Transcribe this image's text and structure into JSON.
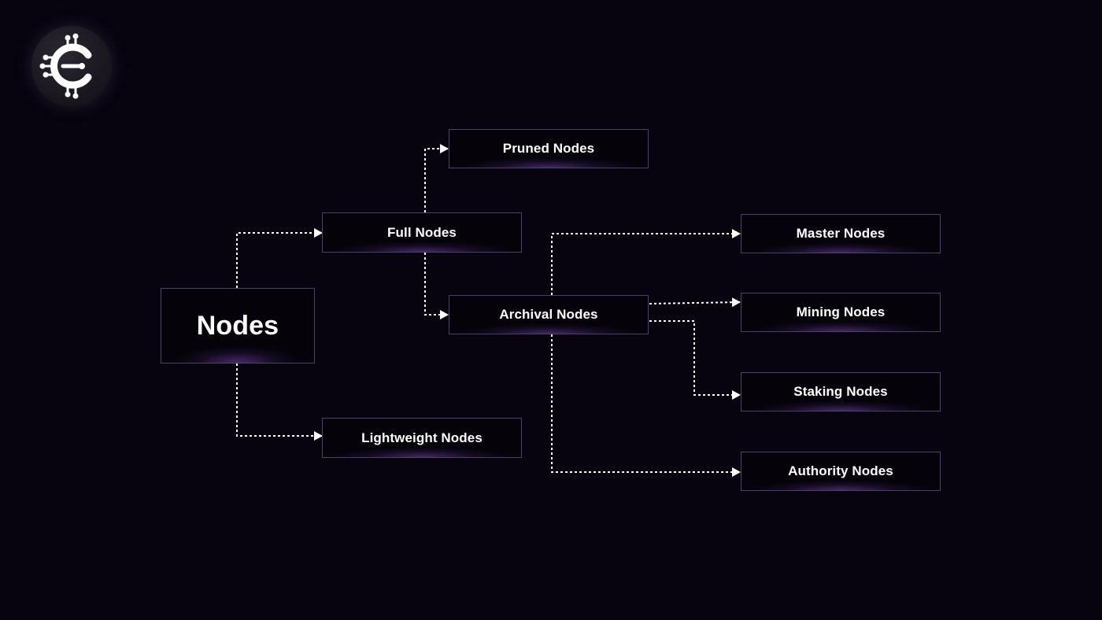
{
  "diagram": {
    "root": {
      "label": "Nodes"
    },
    "nodes": {
      "full": "Full Nodes",
      "lightweight": "Lightweight Nodes",
      "pruned": "Pruned Nodes",
      "archival": "Archival Nodes",
      "master": "Master Nodes",
      "mining": "Mining Nodes",
      "staking": "Staking Nodes",
      "authority": "Authority Nodes"
    },
    "edges": [
      {
        "from": "Nodes",
        "to": "Full Nodes"
      },
      {
        "from": "Nodes",
        "to": "Lightweight Nodes"
      },
      {
        "from": "Full Nodes",
        "to": "Pruned Nodes"
      },
      {
        "from": "Full Nodes",
        "to": "Archival Nodes"
      },
      {
        "from": "Archival Nodes",
        "to": "Master Nodes"
      },
      {
        "from": "Archival Nodes",
        "to": "Mining Nodes"
      },
      {
        "from": "Archival Nodes",
        "to": "Staking Nodes"
      },
      {
        "from": "Archival Nodes",
        "to": "Authority Nodes"
      }
    ],
    "style": {
      "background": "#07030f",
      "node_border": "#4b3f6c",
      "glow": "#965adc",
      "connector": "#ffffff",
      "connector_style": "dotted"
    }
  },
  "logo": {
    "icon": "circuit-c-logo-icon"
  }
}
